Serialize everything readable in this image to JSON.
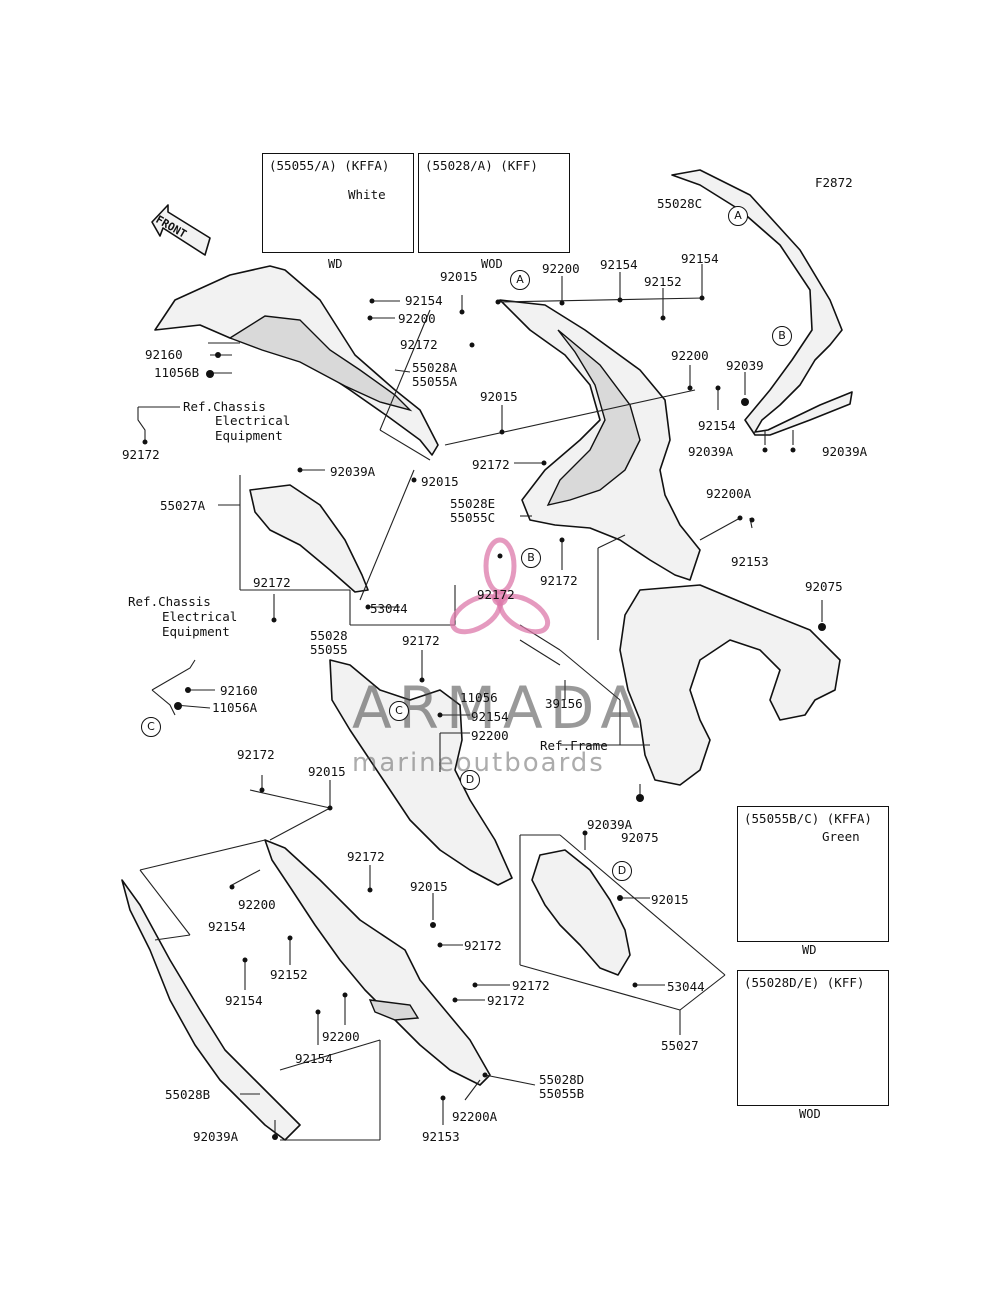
{
  "diagram_code": "F2872",
  "front_label": "FRONT",
  "watermark": {
    "brand": "ARMADA",
    "tagline": "marineoutboards"
  },
  "variant_boxes": [
    {
      "header": "(55055/A) (KFFA)",
      "sub": "White",
      "under": "WD"
    },
    {
      "header": "(55028/A)   (KFF)",
      "sub": "",
      "under": "WOD"
    },
    {
      "header": "(55055B/C) (KFFA)",
      "sub": "Green",
      "under": "WD"
    },
    {
      "header": "(55028D/E)   (KFF)",
      "sub": "",
      "under": "WOD"
    }
  ],
  "callouts": {
    "c1": "55028C",
    "c2": "92015",
    "c3": "92200",
    "c4": "92154",
    "c5": "92154",
    "c6": "92152",
    "c7": "92154",
    "c8": "92200",
    "c9": "92172",
    "c10": "92160",
    "c11": "11056B",
    "c12": "55028A",
    "c13": "55055A",
    "c14": "92015",
    "c15": "92200",
    "c16": "92039",
    "c17": "92154",
    "c18": "92039A",
    "c19": "92039A",
    "c20": "92172",
    "c21": "92039A",
    "c22": "92015",
    "c23": "55027A",
    "c24": "55028E",
    "c25": "55055C",
    "c26": "92200A",
    "c27": "92153",
    "c28": "92172",
    "c29": "92172",
    "c30": "92075",
    "c31": "53044",
    "c32": "92172",
    "c33": "55028",
    "c34": "55055",
    "c35": "92172",
    "c36": "11056",
    "c37": "92154",
    "c38": "92200",
    "c39": "39156",
    "c40": "92160",
    "c41": "11056A",
    "c42": "92172",
    "c43": "92015",
    "c44": "92039A",
    "c45": "92075",
    "c46": "92172",
    "c47": "92015",
    "c48": "92200",
    "c49": "92154",
    "c50": "92172",
    "c51": "92015",
    "c52": "92152",
    "c53": "92154",
    "c54": "92172",
    "c55": "92172",
    "c56": "92200",
    "c57": "92154",
    "c58": "53044",
    "c59": "55027",
    "c60": "55028D",
    "c61": "55055B",
    "c62": "55028B",
    "c63": "92200A",
    "c64": "92039A",
    "c65": "92153",
    "c66": "92172",
    "c67": "92172"
  },
  "refs": {
    "chassis_top": [
      "Ref.Chassis",
      "Electrical",
      "Equipment"
    ],
    "chassis_mid": [
      "Ref.Chassis",
      "Electrical",
      "Equipment"
    ],
    "frame": "Ref.Frame"
  },
  "markers": {
    "a1": "A",
    "a2": "A",
    "b1": "B",
    "b2": "B",
    "c1": "C",
    "c2": "C",
    "d1": "D",
    "d2": "D"
  }
}
